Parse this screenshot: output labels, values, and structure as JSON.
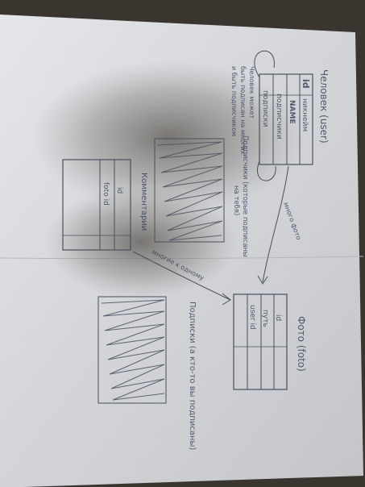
{
  "user_entity": {
    "title": "Человек (user)",
    "fields": [
      "id",
      "никнейм",
      "NAME",
      "подписчики",
      "подписки"
    ]
  },
  "photo_entity": {
    "title": "Фото (foto)",
    "fields": [
      "id",
      "путь",
      "user id"
    ]
  },
  "comment_entity": {
    "title": "Комментарии",
    "fields": [
      "id",
      "foto id"
    ]
  },
  "subscriptions_entity": {
    "title": "Подписки (а кто-то вы подписаны)"
  },
  "notes": {
    "user_notes": [
      "Человек может",
      "быть подписан на многих",
      "и быть подписчиком"
    ],
    "subscribers_note": [
      "Подписчики (которые подписаны",
      "на тебя)"
    ],
    "many_photos": "много фото",
    "many_to_one": "многие к одному"
  }
}
